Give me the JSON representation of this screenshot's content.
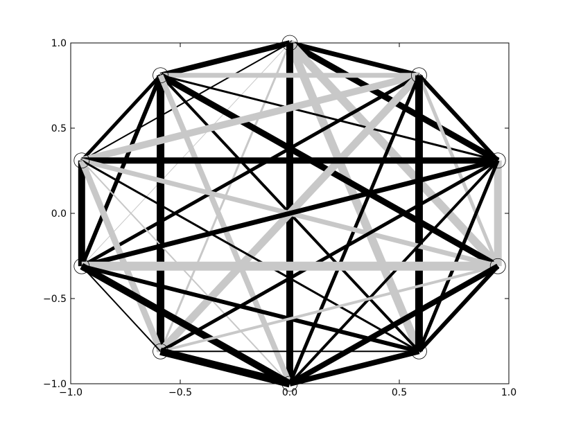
{
  "chart_data": {
    "type": "network",
    "title": "",
    "xlabel": "",
    "ylabel": "",
    "xlim": [
      -1.0,
      1.0
    ],
    "ylim": [
      -1.0,
      1.0
    ],
    "grid": false,
    "legend": "none",
    "x_ticks": [
      {
        "value": -1.0,
        "label": "−1.0"
      },
      {
        "value": -0.5,
        "label": "−0.5"
      },
      {
        "value": 0.0,
        "label": "0.0"
      },
      {
        "value": 0.5,
        "label": "0.5"
      },
      {
        "value": 1.0,
        "label": "1.0"
      }
    ],
    "y_ticks": [
      {
        "value": 1.0,
        "label": "1.0"
      },
      {
        "value": 0.5,
        "label": "0.5"
      },
      {
        "value": 0.0,
        "label": "0.0"
      },
      {
        "value": -0.5,
        "label": "−0.5"
      },
      {
        "value": -1.0,
        "label": "−1.0"
      }
    ],
    "nodes": [
      {
        "id": 0,
        "x": 0.0,
        "y": 1.0
      },
      {
        "id": 1,
        "x": -0.59,
        "y": 0.81
      },
      {
        "id": 2,
        "x": 0.59,
        "y": 0.81
      },
      {
        "id": 3,
        "x": -0.95,
        "y": 0.31
      },
      {
        "id": 4,
        "x": 0.95,
        "y": 0.31
      },
      {
        "id": 5,
        "x": -0.95,
        "y": -0.31
      },
      {
        "id": 6,
        "x": 0.95,
        "y": -0.31
      },
      {
        "id": 7,
        "x": -0.59,
        "y": -0.81
      },
      {
        "id": 8,
        "x": 0.59,
        "y": -0.81
      },
      {
        "id": 9,
        "x": 0.0,
        "y": -1.0
      }
    ],
    "colors": {
      "dark": "#000000",
      "light": "#c8c8c8"
    },
    "edges": [
      {
        "source": 0,
        "target": 1,
        "weight": 8,
        "color": "dark"
      },
      {
        "source": 0,
        "target": 2,
        "weight": 7,
        "color": "dark"
      },
      {
        "source": 0,
        "target": 3,
        "weight": 2,
        "color": "dark"
      },
      {
        "source": 0,
        "target": 4,
        "weight": 9,
        "color": "dark"
      },
      {
        "source": 0,
        "target": 5,
        "weight": 1,
        "color": "light"
      },
      {
        "source": 0,
        "target": 6,
        "weight": 12,
        "color": "light"
      },
      {
        "source": 0,
        "target": 7,
        "weight": 3,
        "color": "light"
      },
      {
        "source": 0,
        "target": 8,
        "weight": 12,
        "color": "light"
      },
      {
        "source": 0,
        "target": 9,
        "weight": 10,
        "color": "dark"
      },
      {
        "source": 1,
        "target": 2,
        "weight": 7,
        "color": "light"
      },
      {
        "source": 1,
        "target": 3,
        "weight": 5,
        "color": "dark"
      },
      {
        "source": 1,
        "target": 4,
        "weight": 3,
        "color": "dark"
      },
      {
        "source": 1,
        "target": 5,
        "weight": 6,
        "color": "dark"
      },
      {
        "source": 1,
        "target": 6,
        "weight": 9,
        "color": "dark"
      },
      {
        "source": 1,
        "target": 7,
        "weight": 11,
        "color": "dark"
      },
      {
        "source": 1,
        "target": 8,
        "weight": 4,
        "color": "dark"
      },
      {
        "source": 1,
        "target": 9,
        "weight": 8,
        "color": "light"
      },
      {
        "source": 2,
        "target": 3,
        "weight": 10,
        "color": "light"
      },
      {
        "source": 2,
        "target": 4,
        "weight": 6,
        "color": "dark"
      },
      {
        "source": 2,
        "target": 5,
        "weight": 5,
        "color": "dark"
      },
      {
        "source": 2,
        "target": 6,
        "weight": 5,
        "color": "light"
      },
      {
        "source": 2,
        "target": 7,
        "weight": 11,
        "color": "light"
      },
      {
        "source": 2,
        "target": 8,
        "weight": 11,
        "color": "dark"
      },
      {
        "source": 2,
        "target": 9,
        "weight": 5,
        "color": "dark"
      },
      {
        "source": 3,
        "target": 4,
        "weight": 9,
        "color": "dark"
      },
      {
        "source": 3,
        "target": 5,
        "weight": 10,
        "color": "dark"
      },
      {
        "source": 3,
        "target": 6,
        "weight": 7,
        "color": "light"
      },
      {
        "source": 3,
        "target": 7,
        "weight": 9,
        "color": "light"
      },
      {
        "source": 3,
        "target": 8,
        "weight": 3,
        "color": "dark"
      },
      {
        "source": 3,
        "target": 9,
        "weight": 2,
        "color": "light"
      },
      {
        "source": 4,
        "target": 5,
        "weight": 7,
        "color": "dark"
      },
      {
        "source": 4,
        "target": 6,
        "weight": 11,
        "color": "light"
      },
      {
        "source": 4,
        "target": 7,
        "weight": 5,
        "color": "dark"
      },
      {
        "source": 4,
        "target": 8,
        "weight": 5,
        "color": "dark"
      },
      {
        "source": 4,
        "target": 9,
        "weight": 4,
        "color": "dark"
      },
      {
        "source": 5,
        "target": 6,
        "weight": 13,
        "color": "light"
      },
      {
        "source": 5,
        "target": 7,
        "weight": 2,
        "color": "dark"
      },
      {
        "source": 5,
        "target": 8,
        "weight": 6,
        "color": "dark"
      },
      {
        "source": 5,
        "target": 9,
        "weight": 10,
        "color": "dark"
      },
      {
        "source": 6,
        "target": 7,
        "weight": 4,
        "color": "light"
      },
      {
        "source": 6,
        "target": 8,
        "weight": 6,
        "color": "dark"
      },
      {
        "source": 6,
        "target": 9,
        "weight": 8,
        "color": "dark"
      },
      {
        "source": 7,
        "target": 8,
        "weight": 2,
        "color": "dark"
      },
      {
        "source": 7,
        "target": 9,
        "weight": 11,
        "color": "dark"
      },
      {
        "source": 8,
        "target": 9,
        "weight": 8,
        "color": "dark"
      }
    ]
  }
}
